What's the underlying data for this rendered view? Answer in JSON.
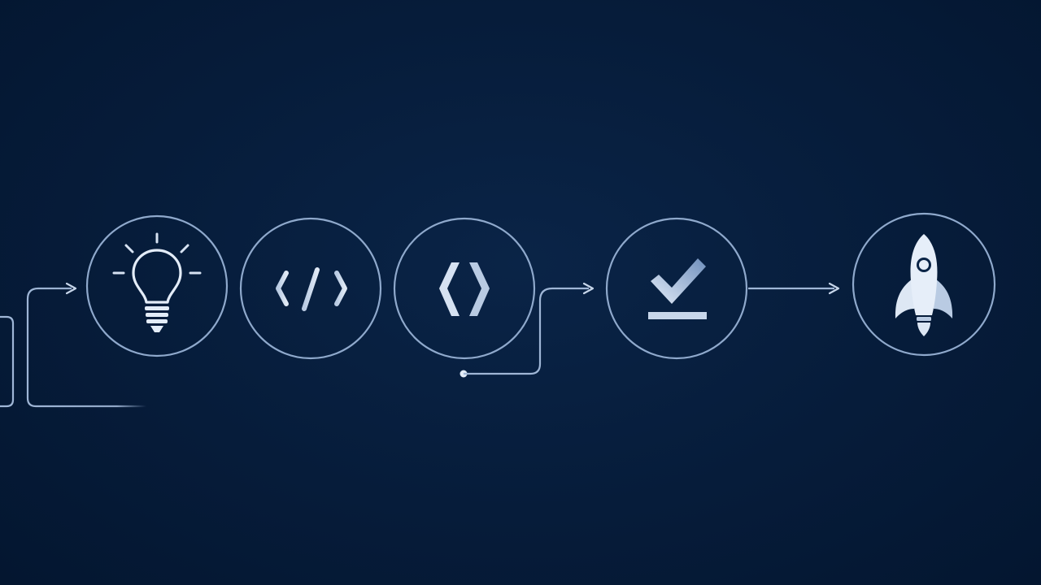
{
  "diagram": {
    "type": "process-flow",
    "steps": [
      {
        "id": "idea",
        "icon": "lightbulb-icon"
      },
      {
        "id": "code",
        "icon": "code-icon"
      },
      {
        "id": "build",
        "icon": "angle-brackets-icon"
      },
      {
        "id": "verify",
        "icon": "checkmark-icon"
      },
      {
        "id": "launch",
        "icon": "rocket-icon"
      }
    ]
  },
  "colors": {
    "background": "#051a36",
    "ring": "#8fa9cc",
    "glyph": "#d6e2f2",
    "glyph_muted": "#a8bedc",
    "connector": "#9fb6d6"
  }
}
